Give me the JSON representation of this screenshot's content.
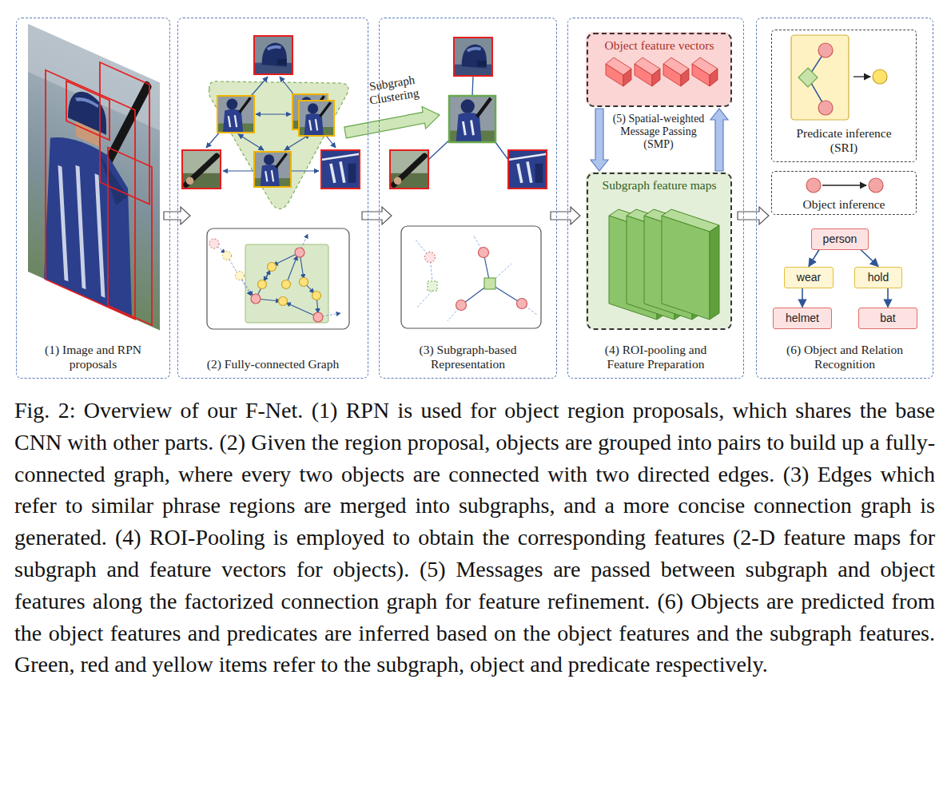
{
  "diagram": {
    "caption": "Fig. 2: Overview of our F-Net. (1) RPN is used for object region proposals, which shares the base CNN with other parts. (2) Given the region proposal, objects are grouped into pairs to build up a fully-connected graph, where every two objects are connected with two directed edges. (3) Edges which refer to similar phrase regions are merged into subgraphs, and a more concise connection graph is generated. (4) ROI-Pooling is employed to obtain the corresponding features (2-D feature maps for subgraph and feature vectors for objects). (5) Messages are passed between subgraph and object features along the factorized connection graph for feature refinement. (6) Objects are predicted from the object features and predicates are inferred based on the object features and the subgraph features. Green, red and yellow items refer to the subgraph, object and predicate respectively.",
    "nodes": [
      {
        "text": [
          "(1) Image and RPN proposals"
        ]
      },
      {
        "text": [
          "(2) Fully-connected Graph"
        ]
      },
      {
        "text": [
          "(3) Subgraph-based Representation"
        ]
      },
      {
        "text": [
          "(4) ROI-pooling and Feature Preparation"
        ]
      },
      {
        "text": [
          "(6) Object and Relation Recognition"
        ]
      },
      {
        "text": [
          "Object feature vectors"
        ],
        "in": 3
      },
      {
        "text": [
          "Subgraph feature maps"
        ],
        "in": 3
      },
      {
        "text": [
          "Predicate inference (SRI)"
        ],
        "in": 4
      },
      {
        "text": [
          "Object inference"
        ],
        "in": 4
      },
      {
        "text": [
          "person"
        ],
        "in": 4
      },
      {
        "text": [
          "wear"
        ],
        "in": 4
      },
      {
        "text": [
          "hold"
        ],
        "in": 4
      },
      {
        "text": [
          "helmet"
        ],
        "in": 4
      },
      {
        "text": [
          "bat"
        ],
        "in": 4
      }
    ],
    "edges": [
      {
        "from": 0,
        "to": 1,
        "arrow": "to"
      },
      {
        "from": 1,
        "to": 2,
        "arrow": "to"
      },
      {
        "from": 2,
        "to": 3,
        "arrow": "to"
      },
      {
        "from": 3,
        "to": 4,
        "arrow": "to"
      },
      {
        "from": 5,
        "to": 6,
        "arrow": "to"
      },
      {
        "from": 6,
        "to": 5,
        "arrow": "to"
      },
      {
        "from": 9,
        "to": 10,
        "arrow": "to"
      },
      {
        "from": 9,
        "to": 11,
        "arrow": "to"
      },
      {
        "from": 10,
        "to": 12,
        "arrow": "to"
      },
      {
        "from": 11,
        "to": 13,
        "arrow": "to"
      }
    ],
    "labels": [
      "Subgraph Clustering",
      "(5) Spatial-weighted Message Passing (SMP)"
    ]
  }
}
